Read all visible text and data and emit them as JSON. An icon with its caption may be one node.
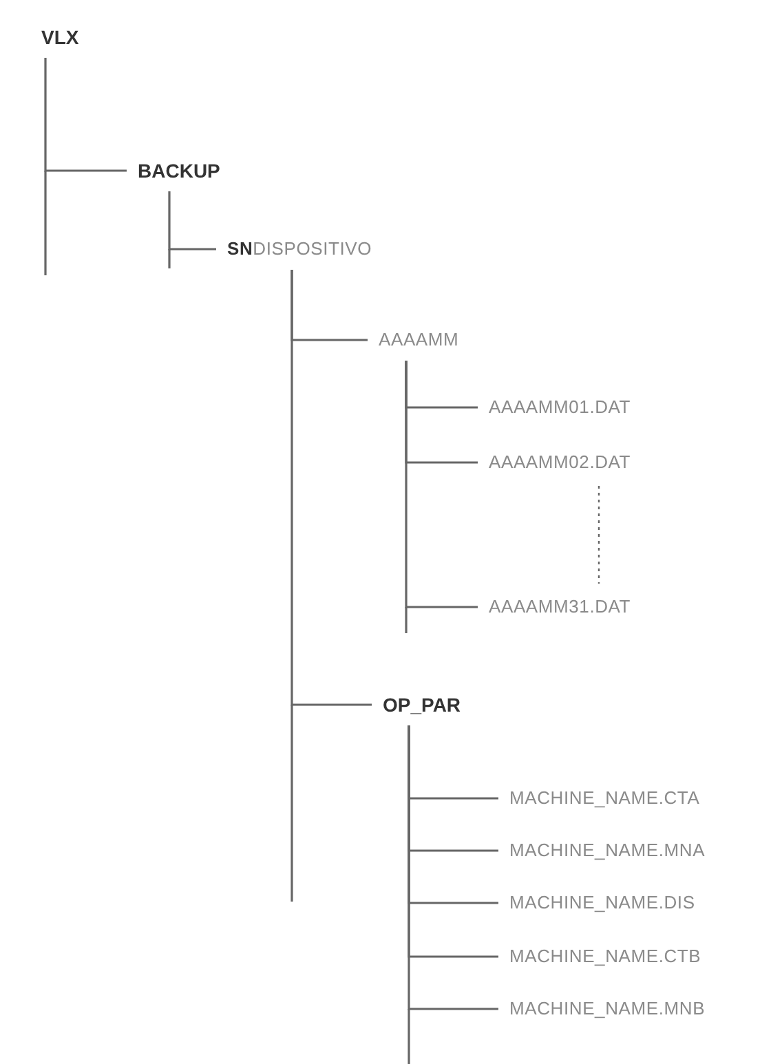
{
  "diagram": {
    "nodes": [
      {
        "text": [
          "VLX"
        ]
      },
      {
        "text": [
          "BACKUP"
        ]
      },
      {
        "text": [
          "**SN**DISPOSITIVO"
        ]
      },
      {
        "text": [
          "AAAAMM"
        ]
      },
      {
        "text": [
          "AAAAMM01.DAT"
        ]
      },
      {
        "text": [
          "AAAAMM02.DAT"
        ]
      },
      {
        "text": [
          "AAAAMM31.DAT"
        ]
      },
      {
        "text": [
          "OP_PAR"
        ]
      },
      {
        "text": [
          "MACHINE_NAME.CTA"
        ]
      },
      {
        "text": [
          "MACHINE_NAME.MNA"
        ]
      },
      {
        "text": [
          "MACHINE_NAME.DIS"
        ]
      },
      {
        "text": [
          "MACHINE_NAME.CTB"
        ]
      },
      {
        "text": [
          "MACHINE_NAME.MNB"
        ]
      }
    ],
    "edges": [
      {
        "from": 0,
        "to": 1,
        "arrow": "none"
      },
      {
        "from": 1,
        "to": 2,
        "arrow": "none"
      },
      {
        "from": 2,
        "to": 3,
        "arrow": "none"
      },
      {
        "from": 3,
        "to": 4,
        "arrow": "none"
      },
      {
        "from": 3,
        "to": 5,
        "arrow": "none"
      },
      {
        "from": 3,
        "to": 6,
        "arrow": "none"
      },
      {
        "from": 2,
        "to": 7,
        "arrow": "none"
      },
      {
        "from": 7,
        "to": 8,
        "arrow": "none"
      },
      {
        "from": 7,
        "to": 9,
        "arrow": "none"
      },
      {
        "from": 7,
        "to": 10,
        "arrow": "none"
      },
      {
        "from": 7,
        "to": 11,
        "arrow": "none"
      },
      {
        "from": 7,
        "to": 12,
        "arrow": "none"
      }
    ]
  }
}
